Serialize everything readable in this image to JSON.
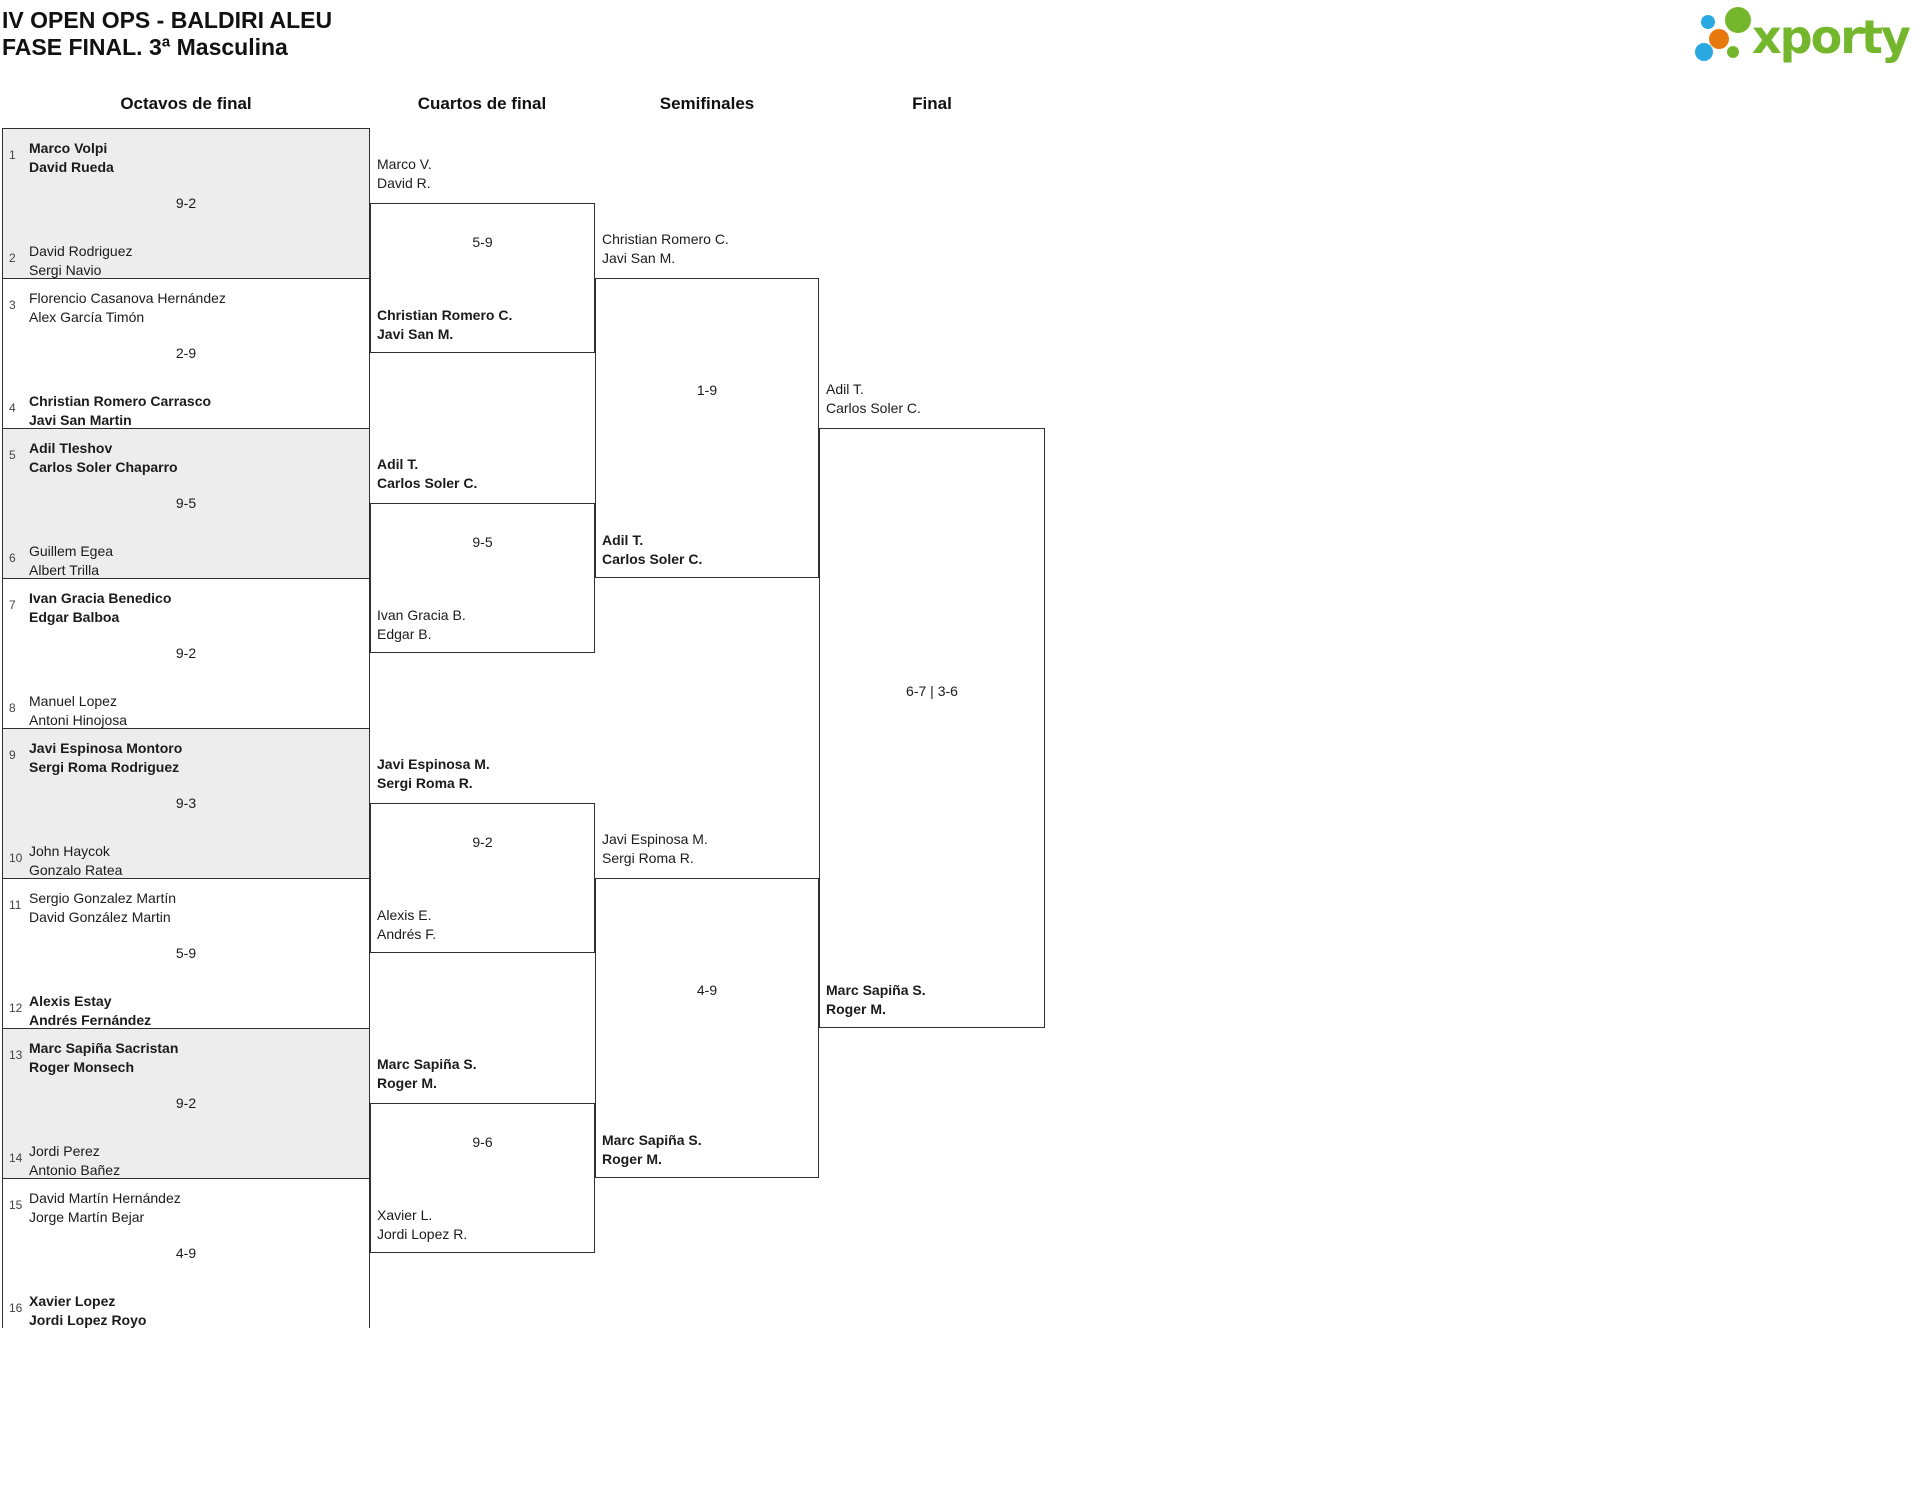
{
  "title": {
    "line1": "IV OPEN OPS - BALDIRI ALEU",
    "line2": "FASE FINAL. 3ª Masculina"
  },
  "logo": {
    "text": "xporty",
    "green": "#74b72c",
    "blue": "#29a8e1",
    "orange": "#e8790f"
  },
  "round_headers": [
    "Octavos de final",
    "Cuartos de final",
    "Semifinales",
    "Final"
  ],
  "colors": {
    "border": "#2f2f2f",
    "text": "#1b1b1b",
    "shaded_box": "#ededed",
    "seed": "#444444"
  },
  "bracket": {
    "octavos": [
      {
        "shaded": true,
        "top": {
          "seed": "1",
          "lines": [
            "Marco Volpi",
            "David Rueda"
          ],
          "bold": true
        },
        "score": "9-2",
        "bottom": {
          "seed": "2",
          "lines": [
            "David Rodriguez",
            "Sergi Navio"
          ],
          "bold": false
        }
      },
      {
        "shaded": false,
        "top": {
          "seed": "3",
          "lines": [
            "Florencio Casanova Hernández",
            "Alex García Timón"
          ],
          "bold": false
        },
        "score": "2-9",
        "bottom": {
          "seed": "4",
          "lines": [
            "Christian Romero Carrasco",
            "Javi San Martin"
          ],
          "bold": true
        }
      },
      {
        "shaded": true,
        "top": {
          "seed": "5",
          "lines": [
            "Adil Tleshov",
            "Carlos Soler Chaparro"
          ],
          "bold": true
        },
        "score": "9-5",
        "bottom": {
          "seed": "6",
          "lines": [
            "Guillem Egea",
            "Albert Trilla"
          ],
          "bold": false
        }
      },
      {
        "shaded": false,
        "top": {
          "seed": "7",
          "lines": [
            "Ivan Gracia Benedico",
            "Edgar Balboa"
          ],
          "bold": true
        },
        "score": "9-2",
        "bottom": {
          "seed": "8",
          "lines": [
            "Manuel Lopez",
            "Antoni Hinojosa"
          ],
          "bold": false
        }
      },
      {
        "shaded": true,
        "top": {
          "seed": "9",
          "lines": [
            "Javi Espinosa Montoro",
            "Sergi Roma Rodriguez"
          ],
          "bold": true
        },
        "score": "9-3",
        "bottom": {
          "seed": "10",
          "lines": [
            "John Haycok",
            "Gonzalo Ratea"
          ],
          "bold": false
        }
      },
      {
        "shaded": false,
        "top": {
          "seed": "11",
          "lines": [
            "Sergio Gonzalez Martín",
            "David González Martin"
          ],
          "bold": false
        },
        "score": "5-9",
        "bottom": {
          "seed": "12",
          "lines": [
            "Alexis Estay",
            "Andrés Fernández"
          ],
          "bold": true
        }
      },
      {
        "shaded": true,
        "top": {
          "seed": "13",
          "lines": [
            "Marc Sapiña Sacristan",
            "Roger Monsech"
          ],
          "bold": true
        },
        "score": "9-2",
        "bottom": {
          "seed": "14",
          "lines": [
            "Jordi Perez",
            "Antonio Bañez"
          ],
          "bold": false
        }
      },
      {
        "shaded": false,
        "top": {
          "seed": "15",
          "lines": [
            "David Martín Hernández",
            "Jorge Martín Bejar"
          ],
          "bold": false
        },
        "score": "4-9",
        "bottom": {
          "seed": "16",
          "lines": [
            "Xavier Lopez",
            "Jordi Lopez Royo"
          ],
          "bold": true
        }
      }
    ],
    "cuartos": [
      {
        "top": {
          "lines": [
            "Marco V.",
            "David R."
          ],
          "bold": false
        },
        "score": "5-9",
        "bottom": {
          "lines": [
            "Christian Romero C.",
            "Javi San M."
          ],
          "bold": true
        }
      },
      {
        "top": {
          "lines": [
            "Adil T.",
            "Carlos Soler C."
          ],
          "bold": true
        },
        "score": "9-5",
        "bottom": {
          "lines": [
            "Ivan Gracia B.",
            "Edgar B."
          ],
          "bold": false
        }
      },
      {
        "top": {
          "lines": [
            "Javi Espinosa M.",
            "Sergi Roma R."
          ],
          "bold": true
        },
        "score": "9-2",
        "bottom": {
          "lines": [
            "Alexis E.",
            "Andrés F."
          ],
          "bold": false
        }
      },
      {
        "top": {
          "lines": [
            "Marc Sapiña S.",
            "Roger M."
          ],
          "bold": true
        },
        "score": "9-6",
        "bottom": {
          "lines": [
            "Xavier L.",
            "Jordi Lopez R."
          ],
          "bold": false
        }
      }
    ],
    "semifinales": [
      {
        "top": {
          "lines": [
            "Christian Romero C.",
            "Javi San M."
          ],
          "bold": false
        },
        "score": "1-9",
        "bottom": {
          "lines": [
            "Adil T.",
            "Carlos Soler C."
          ],
          "bold": true
        }
      },
      {
        "top": {
          "lines": [
            "Javi Espinosa M.",
            "Sergi Roma R."
          ],
          "bold": false
        },
        "score": "4-9",
        "bottom": {
          "lines": [
            "Marc Sapiña S.",
            "Roger M."
          ],
          "bold": true
        }
      }
    ],
    "final": {
      "top": {
        "lines": [
          "Adil T.",
          "Carlos Soler C."
        ],
        "bold": false
      },
      "score": "6-7 | 3-6",
      "bottom": {
        "lines": [
          "Marc Sapiña S.",
          "Roger M."
        ],
        "bold": true
      }
    }
  }
}
